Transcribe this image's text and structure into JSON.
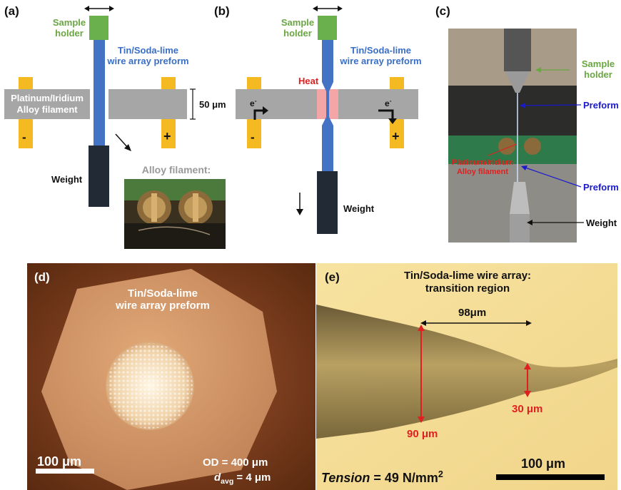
{
  "panel_a": {
    "label": "(a)",
    "sample_holder": "Sample holder",
    "preform": [
      "Tin/Soda-lime",
      "wire array preform"
    ],
    "filament": [
      "Platinum/Iridium",
      "Alloy filament"
    ],
    "minus": "-",
    "plus": "+",
    "thickness": "50 μm",
    "weight": "Weight",
    "inset_title": "Alloy filament:"
  },
  "panel_b": {
    "label": "(b)",
    "sample_holder": "Sample holder",
    "preform": [
      "Tin/Soda-lime",
      "wire array preform"
    ],
    "heat": "Heat",
    "electron": "e",
    "minus": "-",
    "plus": "+",
    "weight": "Weight"
  },
  "panel_c": {
    "label": "(c)",
    "sample_holder": [
      "Sample",
      "holder"
    ],
    "preform_top": "Preform",
    "filament": [
      "Platinum/Iridium",
      "Alloy filament"
    ],
    "preform_bottom": "Preform",
    "weight": "Weight"
  },
  "panel_d": {
    "label": "(d)",
    "title": [
      "Tin/Soda-lime",
      "wire array preform"
    ],
    "od": "OD = 400 μm",
    "davg_d": "d",
    "davg_sub": "avg",
    "davg_val": " = 4 μm",
    "scalebar": "100 μm"
  },
  "panel_e": {
    "label": "(e)",
    "title": [
      "Tin/Soda-lime wire array:",
      "transition region"
    ],
    "length": "98μm",
    "d_large": "90 μm",
    "d_small": "30 μm",
    "tension_word": "Tension",
    "tension_val": " = 49 N/mm",
    "tension_exp": "2",
    "scalebar": "100 μm"
  },
  "colors": {
    "preform_blue": "#4472c4",
    "holder_green": "#6ab04c",
    "electrode_yellow": "#f5b921",
    "filament_gray": "#a6a6a6",
    "weight_dark": "#222a35",
    "heat_pink": "#f4a6a6",
    "red": "#e02020"
  }
}
